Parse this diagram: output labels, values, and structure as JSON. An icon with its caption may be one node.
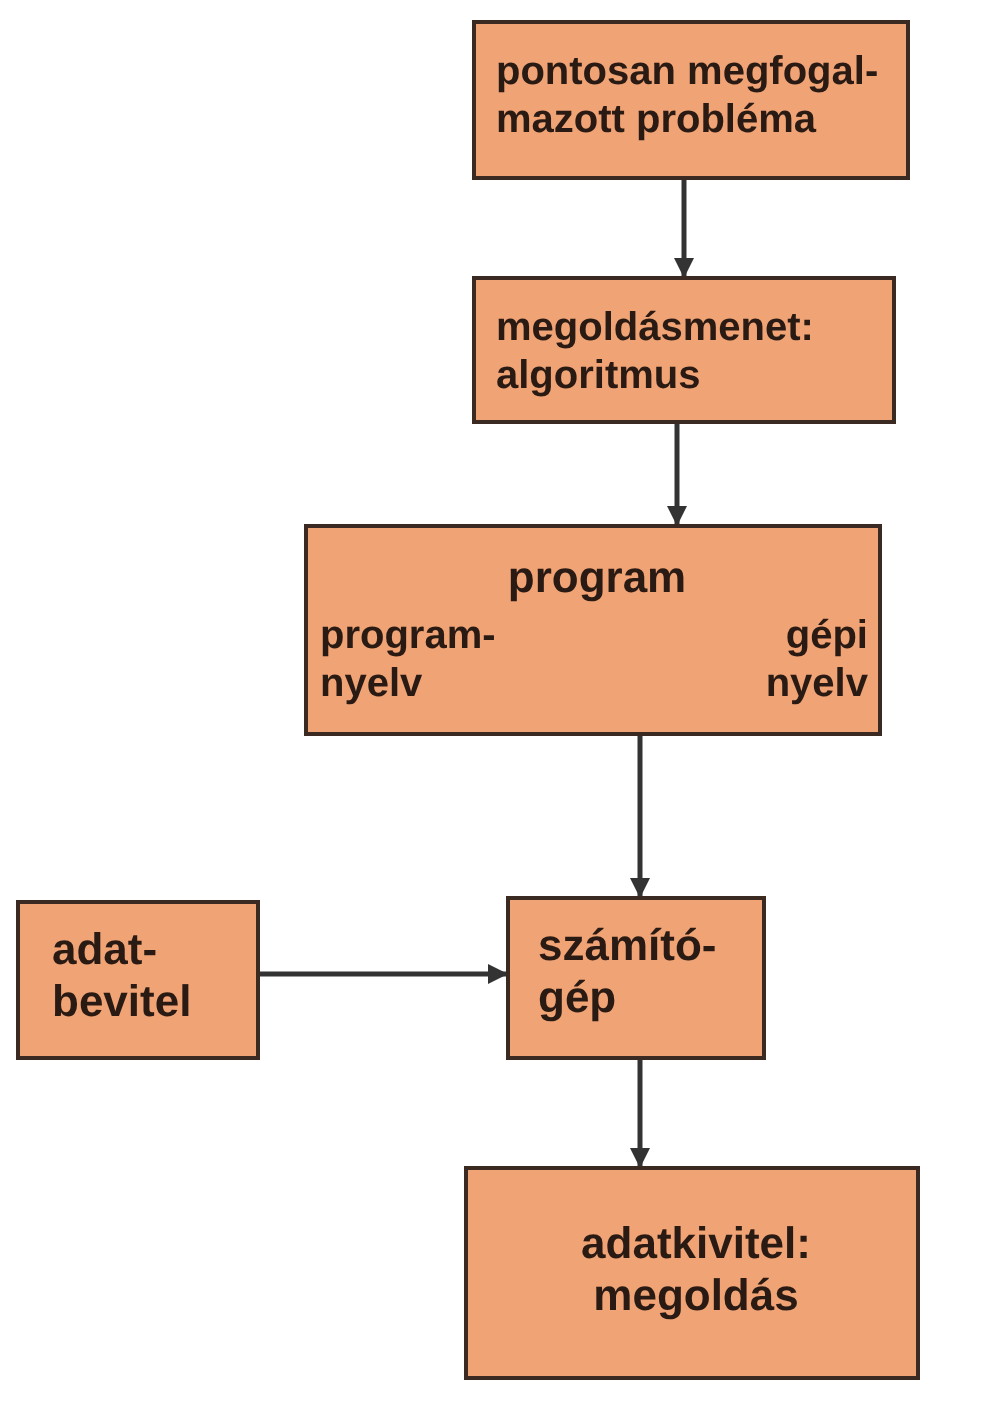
{
  "diagram": {
    "nodes": [
      {
        "text": [
          "pontosan megfogal- mazott probléma"
        ]
      },
      {
        "text": [
          "megoldásmenet: algoritmus"
        ]
      },
      {
        "text": [
          "program",
          "program- nyelv",
          "gépi nyelv"
        ]
      },
      {
        "text": [
          "adat- bevitel"
        ]
      },
      {
        "text": [
          "számító- gép"
        ]
      },
      {
        "text": [
          "adatkivitel: megoldás"
        ]
      }
    ],
    "edges": [
      {
        "from": 0,
        "to": 1,
        "arrow": "to"
      },
      {
        "from": 1,
        "to": 2,
        "arrow": "to"
      },
      {
        "from": 2,
        "to": 4,
        "arrow": "to"
      },
      {
        "from": 3,
        "to": 4,
        "arrow": "to"
      },
      {
        "from": 4,
        "to": 5,
        "arrow": "to"
      }
    ]
  }
}
